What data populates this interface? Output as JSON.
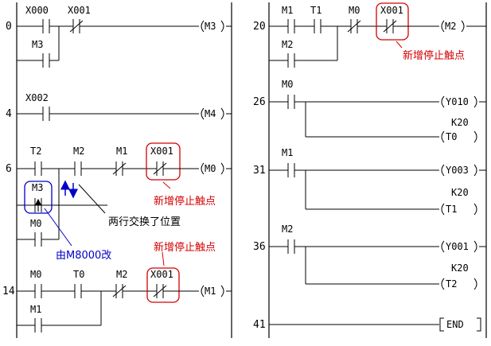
{
  "left": {
    "steps": [
      "0",
      "4",
      "6",
      "14"
    ],
    "rung0": {
      "c1": "X000",
      "c2": "X001",
      "c3": "M3",
      "coil": "M3"
    },
    "rung4": {
      "c1": "X002",
      "coil": "M4"
    },
    "rung6": {
      "c1": "T2",
      "c2": "M2",
      "c3": "M1",
      "c4": "X001",
      "c5": "M3",
      "c6": "M0",
      "coil": "M0"
    },
    "rung14": {
      "c1": "M0",
      "c2": "T0",
      "c3": "M2",
      "c4": "X001",
      "c5": "M1",
      "coil": "M1"
    }
  },
  "right": {
    "steps": [
      "20",
      "26",
      "31",
      "36",
      "41"
    ],
    "rung20": {
      "c1": "M1",
      "c2": "T1",
      "c3": "M0",
      "c4": "X001",
      "c5": "M2",
      "coil": "M2"
    },
    "rung26": {
      "c1": "M0",
      "coil1": "Y010",
      "k": "K20",
      "coil2": "T0"
    },
    "rung31": {
      "c1": "M1",
      "coil1": "Y003",
      "k": "K20",
      "coil2": "T1"
    },
    "rung36": {
      "c1": "M2",
      "coil1": "Y001",
      "k": "K20",
      "coil2": "T2"
    },
    "rung41": {
      "end": "END"
    }
  },
  "annotations": {
    "new_stop_contact": "新增停止触点",
    "rows_swapped": "两行交换了位置",
    "changed_from_m8000": "由M8000改"
  },
  "colors": {
    "red": "#d40000",
    "blue": "#0000c8",
    "black": "#000000"
  }
}
